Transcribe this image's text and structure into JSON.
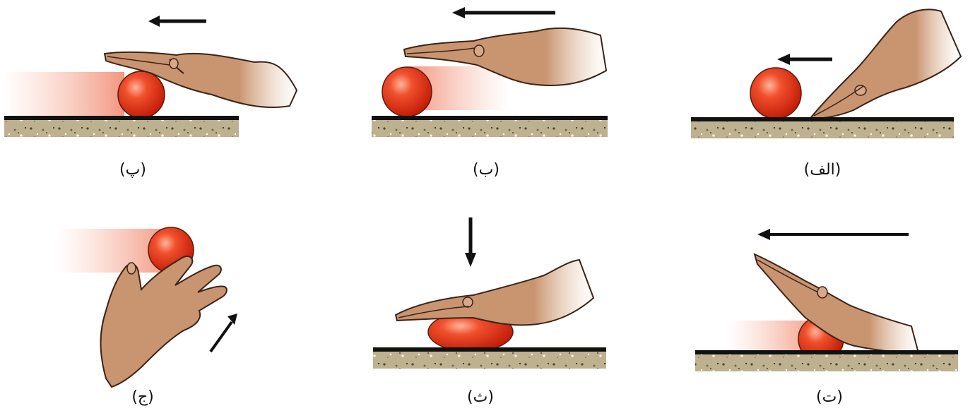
{
  "figure": {
    "panels": [
      {
        "id": "alef",
        "caption": "(الف)",
        "motion": "ball pushed left by fingertips touching the ground"
      },
      {
        "id": "be",
        "caption": "(ب)",
        "motion": "ball pushed left by flat hand, ball rolling"
      },
      {
        "id": "pe",
        "caption": "(پ)",
        "motion": "flat hand over ball, ball moving left"
      },
      {
        "id": "te",
        "caption": "(ت)",
        "motion": "hand pressing on top of ball, long arrow left"
      },
      {
        "id": "se",
        "caption": "(ث)",
        "motion": "hand pressing ball down, ball squashed"
      },
      {
        "id": "jim",
        "caption": "(ج)",
        "motion": "open hand hitting ball upward"
      }
    ]
  },
  "colors": {
    "ball": "#e83a1e",
    "ball_highlight": "#ff9a7a",
    "hand": "#c99470",
    "hand_outline": "#3a2418",
    "ground_top": "#111111",
    "ground_fill": "#b8ad8c",
    "motion_trail": "#f3a48f",
    "arrow": "#111111"
  }
}
